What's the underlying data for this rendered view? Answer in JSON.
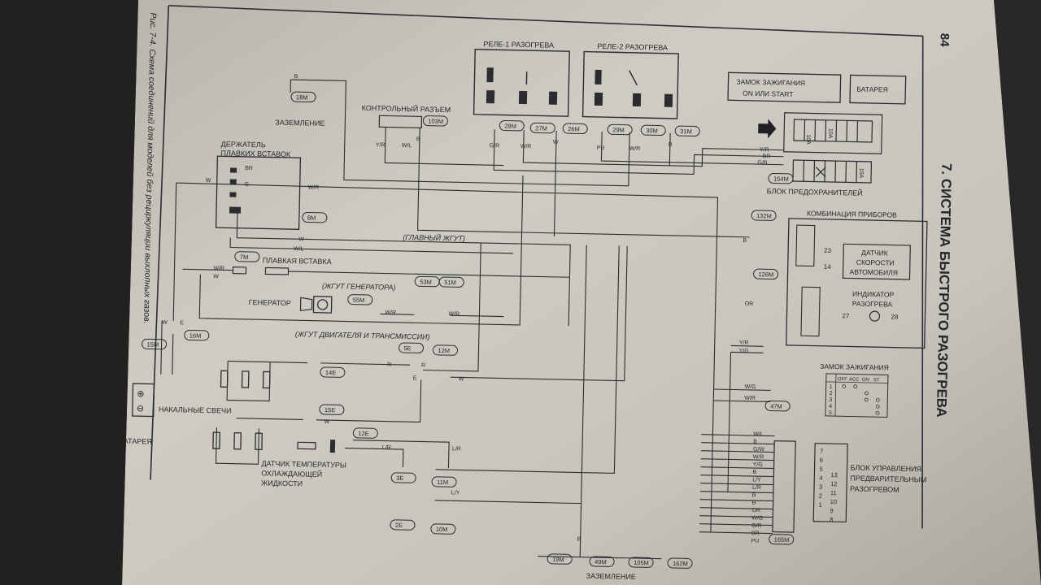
{
  "page": {
    "number": "84",
    "chapter": "7. СИСТЕМА БЫСТРОГО РАЗОГРЕВА",
    "caption": "Рис. 7-4. Схема соединений для моделей без рециркуляции выхлопных газов."
  },
  "relays": {
    "relay1": "РЕЛЕ-1 РАЗОГРЕВА",
    "relay2": "РЕЛЕ-2 РАЗОГРЕВА"
  },
  "blocks": {
    "ignition_lock": "ЗАМОК ЗАЖИГАНИЯ",
    "ignition_lock_pos": "ON ИЛИ START",
    "battery_top": "БАТАРЕЯ",
    "fuse_block": "БЛОК ПРЕДОХРАНИТЕЛЕЙ",
    "instrument_cluster": "КОМБИНАЦИЯ ПРИБОРОВ",
    "speed_sensor": [
      "ДАТЧИК",
      "СКОРОСТИ",
      "АВТОМОБИЛЯ"
    ],
    "preheat_indicator": [
      "ИНДИКАТОР",
      "РАЗОГРЕВА"
    ],
    "ignition_switch_table": "ЗАМОК ЗАЖИГАНИЯ",
    "control_unit": [
      "БЛОК УПРАВЛЕНИЯ",
      "ПРЕДВАРИТЕЛЬНЫМ",
      "РАЗОГРЕВОМ"
    ],
    "check_connector": "КОНТРОЛЬНЫЙ РАЗЪЕМ",
    "fusible_holder": [
      "ДЕРЖАТЕЛЬ",
      "ПЛАВКИХ ВСТАВОК"
    ],
    "fusible_link": "ПЛАВКАЯ ВСТАВКА",
    "generator": "ГЕНЕРАТОР",
    "generator_harness": "(ЖГУТ ГЕНЕРАТОРА)",
    "main_harness": "(ГЛАВНЫЙ ЖГУТ)",
    "engine_harness": "(ЖГУТ ДВИГАТЕЛЯ И ТРАНСМИССИИ)",
    "glow_plugs": "НАКАЛЬНЫЕ СВЕЧИ",
    "battery_bottom": "БАТАРЕЯ",
    "coolant_sensor": [
      "ДАТЧИК ТЕМПЕРАТУРЫ",
      "ОХЛАЖДАЮЩЕЙ",
      "ЖИДКОСТИ"
    ],
    "ground_top": "ЗАЗЕМЛЕНИЕ",
    "ground_bottom": "ЗАЗЕМЛЕНИЕ",
    "sensor_pins": [
      "23",
      "14"
    ],
    "indicator_pins": [
      "27",
      "28"
    ],
    "fuse_amps": [
      "10A",
      "10A",
      "10A"
    ]
  },
  "connectors": {
    "c18m": "18M",
    "c103m": "103M",
    "c28m": "28M",
    "c27m": "27M",
    "c26m": "26M",
    "c29m": "29M",
    "c30m": "30M",
    "c31m": "31M",
    "c154m": "154M",
    "c132m": "132M",
    "c126m": "126M",
    "c8m": "8M",
    "c7m": "7M",
    "c53m": "53M",
    "c51m": "51M",
    "c55m": "55M",
    "c15m": "15M",
    "c16m": "16M",
    "c5e": "5E",
    "c12m": "12M",
    "c14e": "14E",
    "c15e": "15E",
    "c12e": "12E",
    "c3e": "3E",
    "c11m": "11M",
    "c2e": "2E",
    "c10m": "10M",
    "c47m": "47M",
    "c165m": "165M",
    "c19m": "19M",
    "c49m": "49M",
    "c105m": "105M",
    "c162m": "162M"
  },
  "ignition_table": {
    "headers": [
      "",
      "OFF",
      "ACC",
      "ON",
      "ST"
    ],
    "rows": [
      "1",
      "2",
      "3",
      "4",
      "5"
    ]
  },
  "ecu_wires": [
    "W/L",
    "B",
    "G/W",
    "W/R",
    "Y/G",
    "B",
    "L/Y",
    "L/R",
    "B",
    "B",
    "OR",
    "W/G",
    "G/R",
    "BR",
    "PU"
  ],
  "ecu_pins": [
    "7",
    "6",
    "5",
    "4",
    "3",
    "2",
    "1",
    "",
    "13",
    "12",
    "11",
    "10",
    "9",
    "8"
  ],
  "wires": {
    "b": "B",
    "vr": "Y/R",
    "wl": "W/L",
    "wr": "W/R",
    "w": "W",
    "br": "BR",
    "g": "G",
    "gr": "G/R",
    "gb": "G/B",
    "pu": "PU",
    "or": "OR",
    "yg": "Y/G",
    "wg": "W/G",
    "lr": "L/R",
    "ly": "L/Y",
    "r": "R",
    "e": "E"
  },
  "colors": {
    "paper": "#c9c6bd",
    "ink": "#2b2c30",
    "background": "#1e1d1b"
  }
}
